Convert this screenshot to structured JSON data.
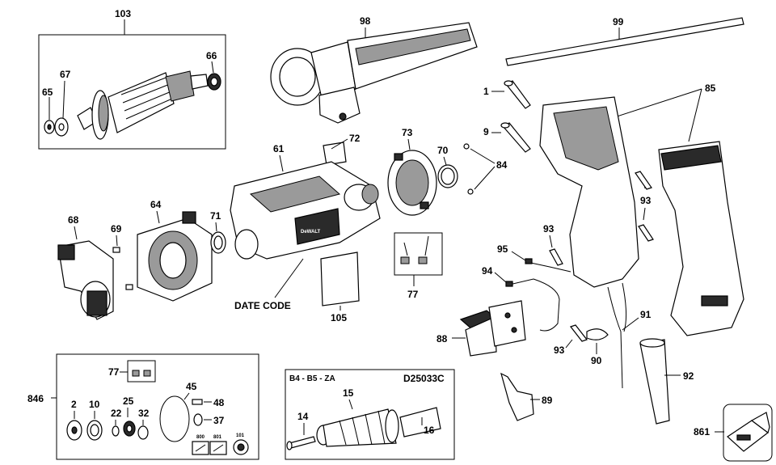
{
  "labels": {
    "p103": "103",
    "p98": "98",
    "p99": "99",
    "p67": "67",
    "p66": "66",
    "p65": "65",
    "p1": "1",
    "p85": "85",
    "p72": "72",
    "p73": "73",
    "p61": "61",
    "p70": "70",
    "p9": "9",
    "p84": "84",
    "p64": "64",
    "p68": "68",
    "p69": "69",
    "p71": "71",
    "p93a": "93",
    "p93b": "93",
    "p93c": "93",
    "p95": "95",
    "p94": "94",
    "p77": "77",
    "date_code": "DATE CODE",
    "p105": "105",
    "p91": "91",
    "p88": "88",
    "p90": "90",
    "p92": "92",
    "p77b": "77",
    "p45": "45",
    "p846": "846",
    "p15": "15",
    "p48": "48",
    "p2": "2",
    "p10": "10",
    "p25": "25",
    "p22": "22",
    "p32": "32",
    "p37": "37",
    "p800": "800",
    "p801": "801",
    "p101": "101",
    "p14": "14",
    "p16": "16",
    "p89": "89",
    "p861": "861"
  },
  "chuck_box": {
    "variants": "B4 - B5 - ZA",
    "model": "D25033C"
  },
  "housing_text": "DeWALT"
}
